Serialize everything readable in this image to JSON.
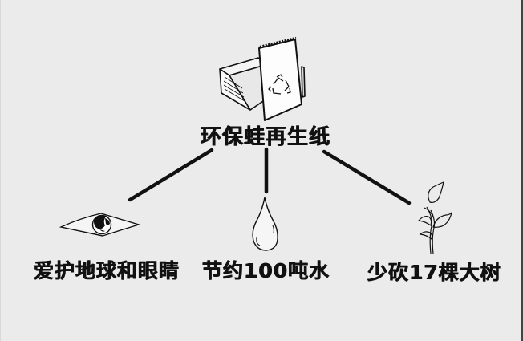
{
  "diagram": {
    "center": {
      "label": "环保蛙再生纸",
      "icon": "recycled-paper-icon"
    },
    "branches": [
      {
        "label": "爱护地球和眼睛",
        "icon": "earth-eye-icon"
      },
      {
        "label": "节约100吨水",
        "icon": "water-drop-icon"
      },
      {
        "label": "少砍17棵大树",
        "icon": "sapling-icon"
      }
    ],
    "colors": {
      "background": "#ebebeb",
      "ink": "#111111"
    }
  }
}
